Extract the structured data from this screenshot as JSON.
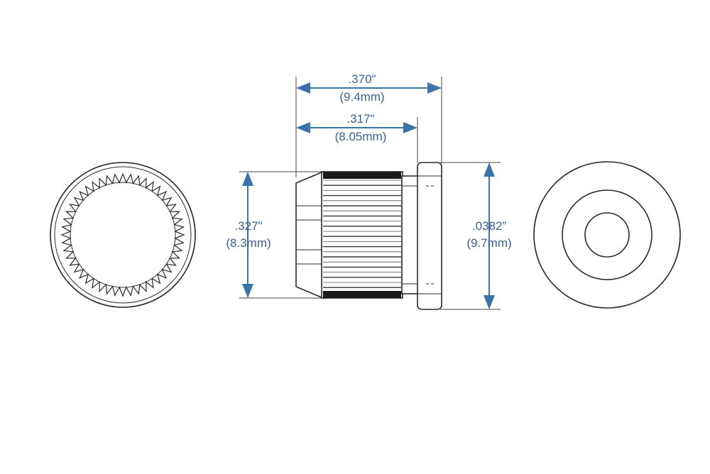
{
  "dimensions": {
    "overall_length": {
      "inch": ".370\"",
      "mm": "(9.4mm)"
    },
    "body_length": {
      "inch": ".317\"",
      "mm": "(8.05mm)"
    },
    "body_diameter": {
      "inch": ".327\"",
      "mm": "(8.3mm)"
    },
    "flange_diameter": {
      "inch": ".0382”",
      "mm": "(9.7mm)"
    }
  },
  "colors": {
    "dimension": "#3a73a8",
    "dimension_text": "#3a5f8f",
    "outline": "#2a2a2a",
    "knurl_dark": "#1a1a1a"
  }
}
